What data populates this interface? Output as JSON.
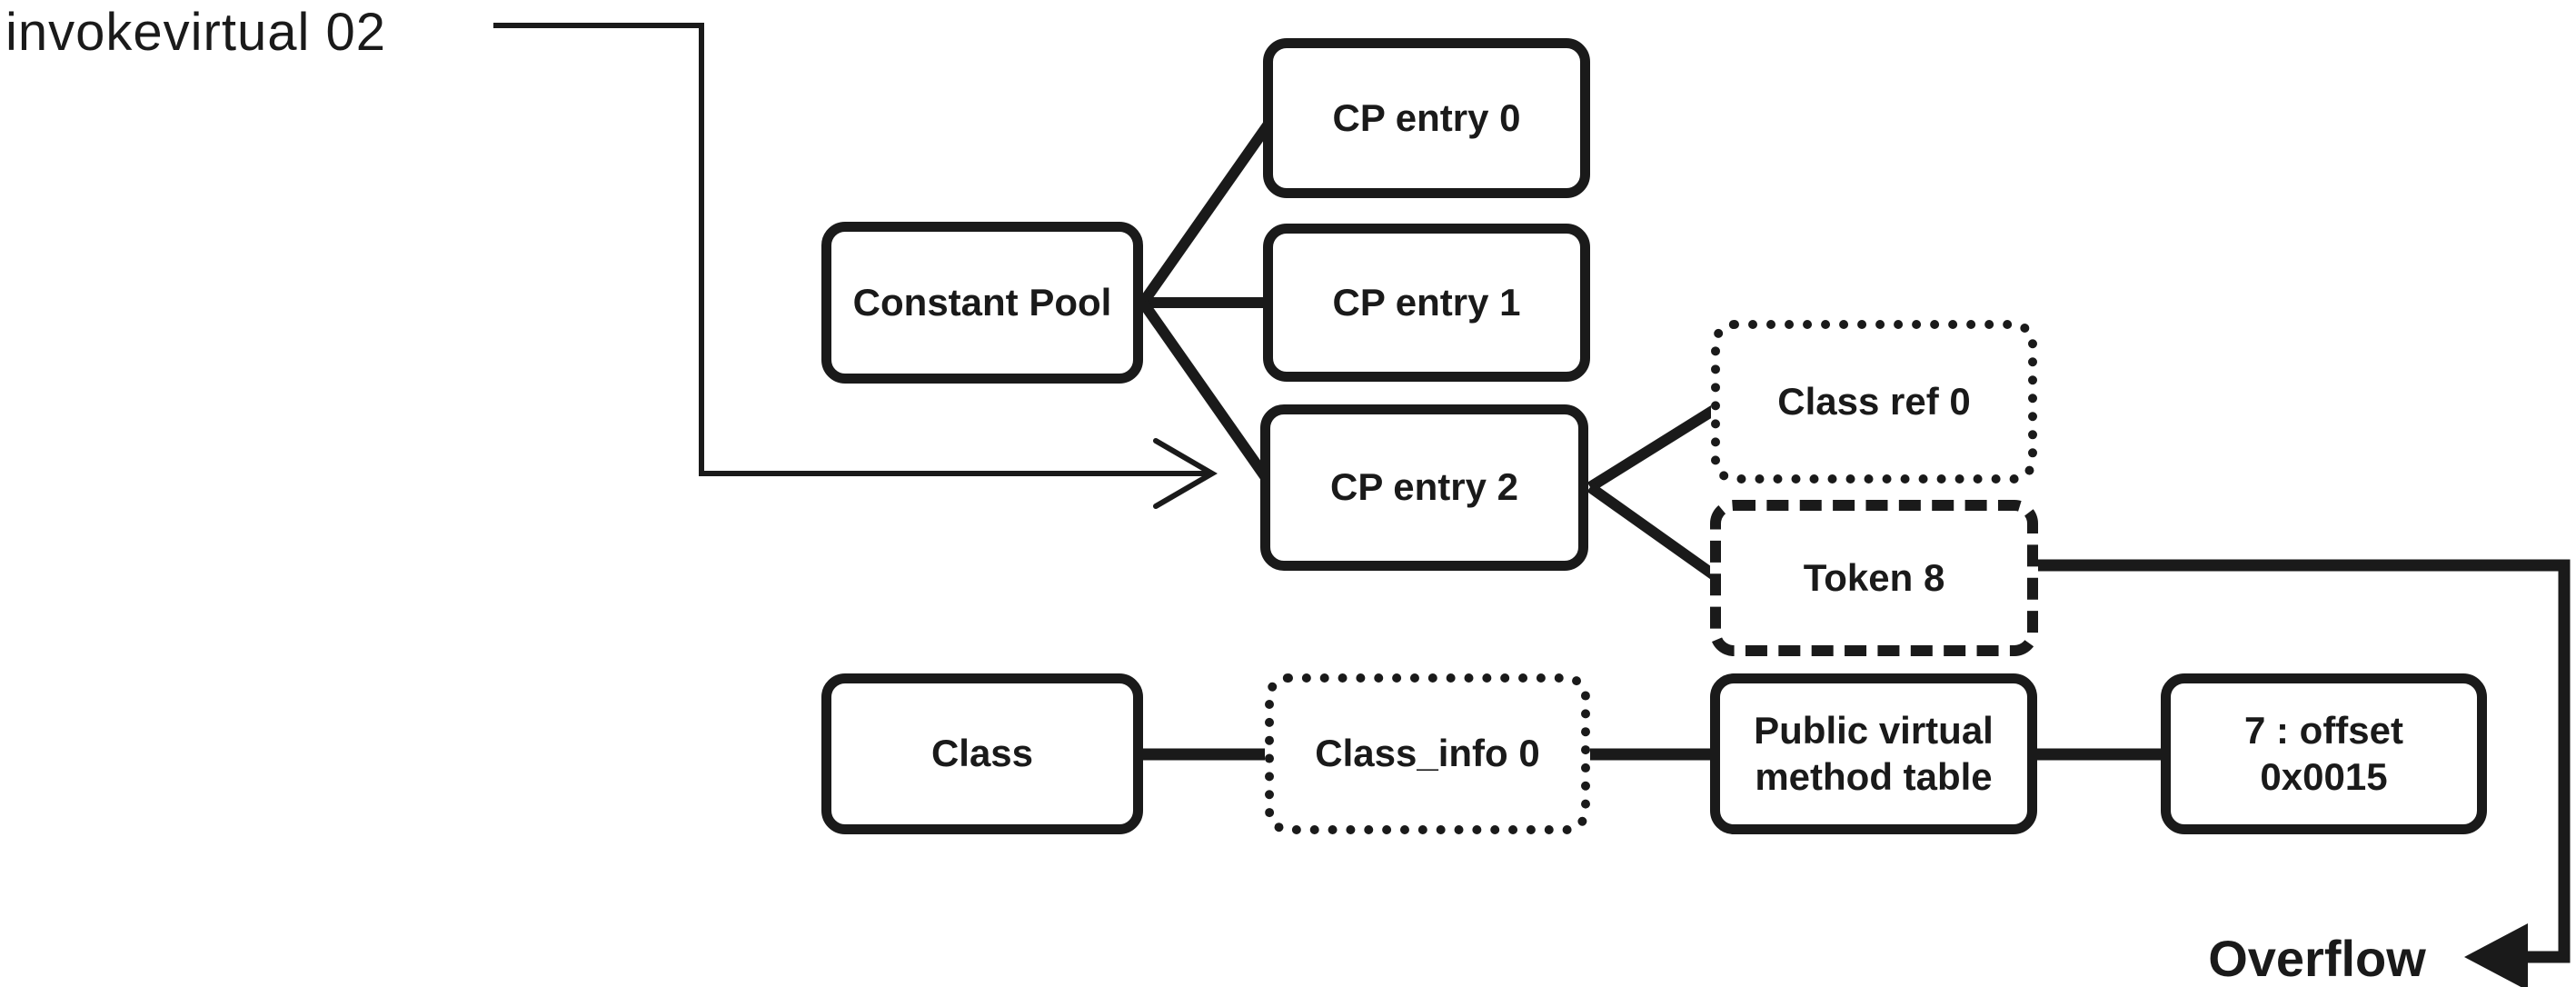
{
  "diagram": {
    "instruction_label": "invokevirtual 02",
    "overflow_label": "Overflow",
    "ink_color": "#1a1a1a",
    "background_color": "#ffffff",
    "boxes": {
      "constant_pool": {
        "line1": "Constant Pool",
        "border_style": "solid"
      },
      "cp_entry_0": {
        "line1": "CP entry 0",
        "border_style": "solid"
      },
      "cp_entry_1": {
        "line1": "CP entry 1",
        "border_style": "solid"
      },
      "cp_entry_2": {
        "line1": "CP entry 2",
        "border_style": "solid"
      },
      "class_ref_0": {
        "line1": "Class ref 0",
        "border_style": "dotted"
      },
      "token_8": {
        "line1": "Token 8",
        "border_style": "dashed"
      },
      "class": {
        "line1": "Class",
        "border_style": "solid"
      },
      "class_info_0": {
        "line1": "Class_info 0",
        "border_style": "dotted"
      },
      "public_virtual_method_table": {
        "line1": "Public virtual",
        "line2": "method table",
        "border_style": "solid"
      },
      "offset_entry": {
        "line1": "7 : offset",
        "line2": "0x0015",
        "border_style": "solid"
      }
    }
  }
}
